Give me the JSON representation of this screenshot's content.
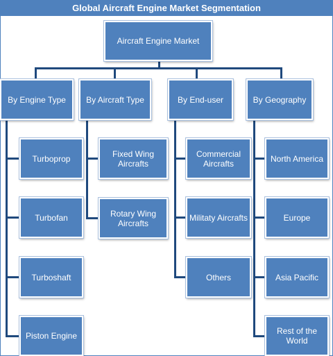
{
  "title": "Global Aircraft Engine Market Segmentation",
  "root": "Aircraft Engine Market",
  "categories": [
    {
      "label": "By Engine Type",
      "items": [
        "Turboprop",
        "Turbofan",
        "Turboshaft",
        "Piston Engine"
      ]
    },
    {
      "label": "By Aircraft Type",
      "items": [
        "Fixed Wing\nAircrafts",
        "Rotary Wing\nAircrafts"
      ]
    },
    {
      "label": "By End-user",
      "items": [
        "Commercial\nAircrafts",
        "Militaty Aircrafts",
        "Others"
      ]
    },
    {
      "label": "By Geography",
      "items": [
        "North America",
        "Europe",
        "Asia Pacific",
        "Rest of the World"
      ]
    }
  ],
  "colors": {
    "box_fill": "#4f81bd",
    "connector": "#1f497d",
    "box_text": "#ffffff"
  }
}
